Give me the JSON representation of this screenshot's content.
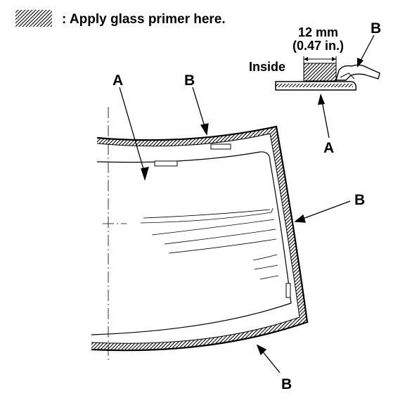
{
  "legend": {
    "text": ": Apply glass primer here."
  },
  "labels": {
    "a_top": "A",
    "b_top": "B",
    "b_right": "B",
    "b_bottom": "B",
    "detail_b": "B",
    "detail_a": "A",
    "inside": "Inside",
    "width_metric": "12 mm",
    "width_imperial": "(0.47 in.)"
  },
  "colors": {
    "ink": "#000000",
    "paper": "#ffffff"
  }
}
